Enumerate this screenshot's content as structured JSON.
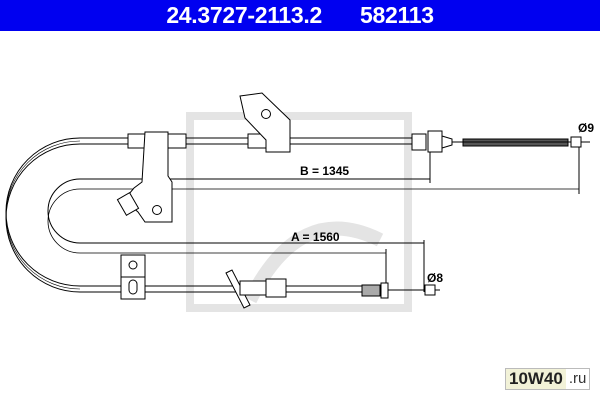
{
  "header": {
    "part_number": "24.3727-2113.2",
    "ref_number": "582113",
    "background_color": "#0000f0"
  },
  "diagram": {
    "dimension_b": "B = 1345",
    "dimension_a": "A = 1560",
    "diameter_top": "Ø9",
    "diameter_bottom": "Ø8"
  },
  "watermark": {
    "logo_text": "10W40.ru"
  }
}
